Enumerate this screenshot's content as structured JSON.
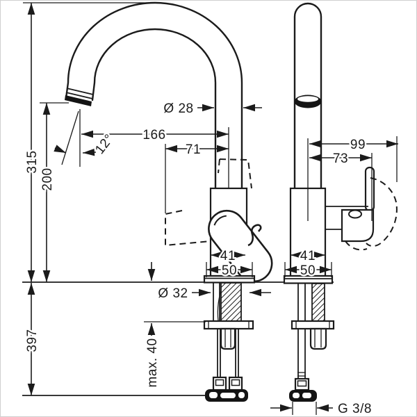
{
  "drawing": {
    "front_view": {
      "total_height": "315",
      "spout_height": "200",
      "below_deck_depth": "397",
      "max_deck_thickness": "max. 40",
      "deck_hole_diameter": "Ø 32",
      "spout_pipe_diameter": "Ø 28",
      "spout_reach": "166",
      "handle_offset": "71",
      "stream_angle": "12°",
      "body_width": "41",
      "base_width": "50"
    },
    "side_view": {
      "handle_swing_depth": "99",
      "handle_depth": "73",
      "body_depth": "41",
      "base_depth": "50",
      "supply_connection": "G 3/8"
    },
    "colors": {
      "line": "#1b1b1b",
      "background": "#ffffff",
      "border": "#cfcfcf"
    }
  }
}
